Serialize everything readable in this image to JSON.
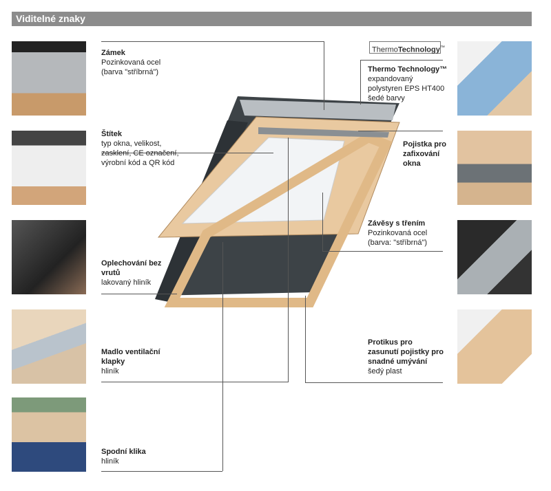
{
  "header": {
    "title": "Viditelné znaky"
  },
  "thermo_badge": {
    "thin": "Thermo",
    "bold": "Technology",
    "tm": "™"
  },
  "labels": {
    "zamek": {
      "title": "Zámek",
      "lines": [
        "Pozinkovaná ocel",
        "(barva \"stříbrná\")"
      ]
    },
    "stitek": {
      "title": "Štítek",
      "lines": [
        "typ okna, velikost,",
        "zasklení, CE označení,",
        "výrobní kód a QR kód"
      ]
    },
    "oplechovani": {
      "title": "Oplechování bez vrutů",
      "lines": [
        "lakovaný hliník"
      ]
    },
    "madlo": {
      "title": "Madlo ventilační klapky",
      "lines": [
        "hliník"
      ]
    },
    "spodni": {
      "title": "Spodní klika",
      "lines": [
        "hliník"
      ]
    },
    "thermo": {
      "title": "Thermo Technology™",
      "lines": [
        "expandovaný",
        "polystyren  EPS HT400",
        "šedé barvy"
      ]
    },
    "pojistka": {
      "title": "Pojistka pro zafixování okna",
      "lines": []
    },
    "zavesy": {
      "title": "Závěsy s třením",
      "lines": [
        "Pozinkovaná ocel",
        "(barva: \"stříbrná\")"
      ]
    },
    "protikus": {
      "title": "Protikus pro zasunutí pojistky pro snadné umývání",
      "lines": [
        "šedý plast"
      ]
    }
  },
  "colors": {
    "header": "#8c8c8c",
    "wood": "#e9c9a0",
    "metal": "#3d4347"
  }
}
